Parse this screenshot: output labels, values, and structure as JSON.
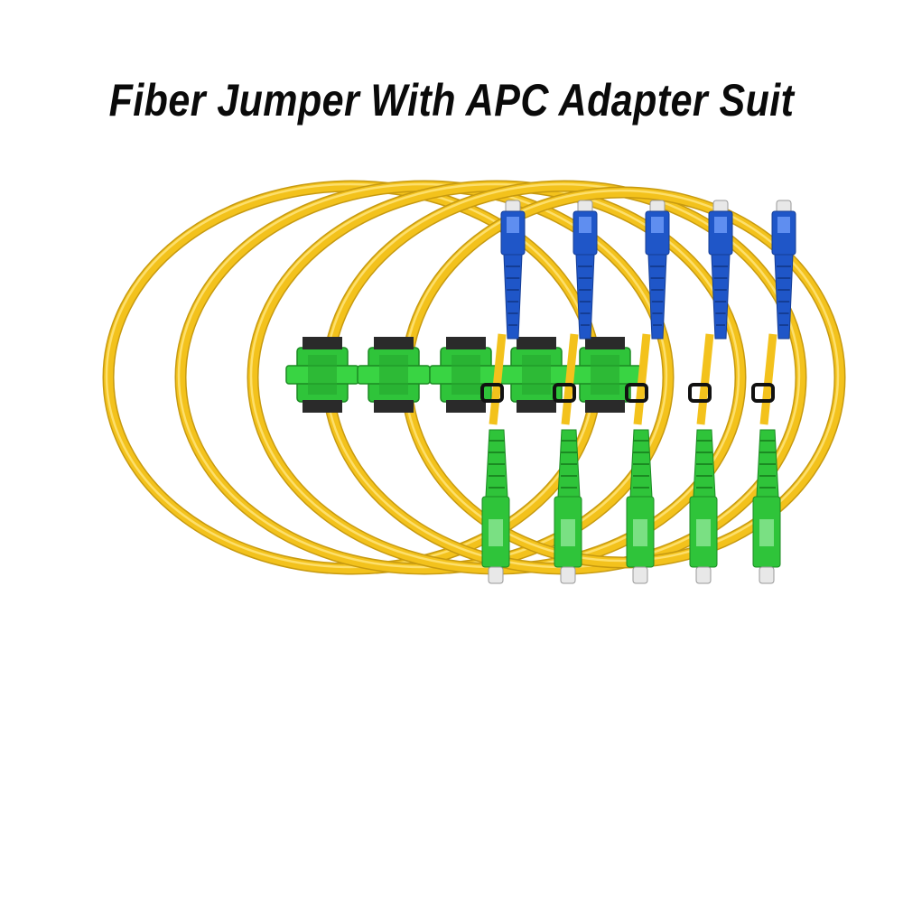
{
  "title": "Fiber Jumper With APC Adapter Suit",
  "product": {
    "cable_count": 5,
    "adapter_count": 5,
    "cable_color": "#f3c21c",
    "upc_connector_color": "#1f56c8",
    "apc_connector_color": "#2fc43a",
    "adapter_color": "#2fc43a"
  }
}
